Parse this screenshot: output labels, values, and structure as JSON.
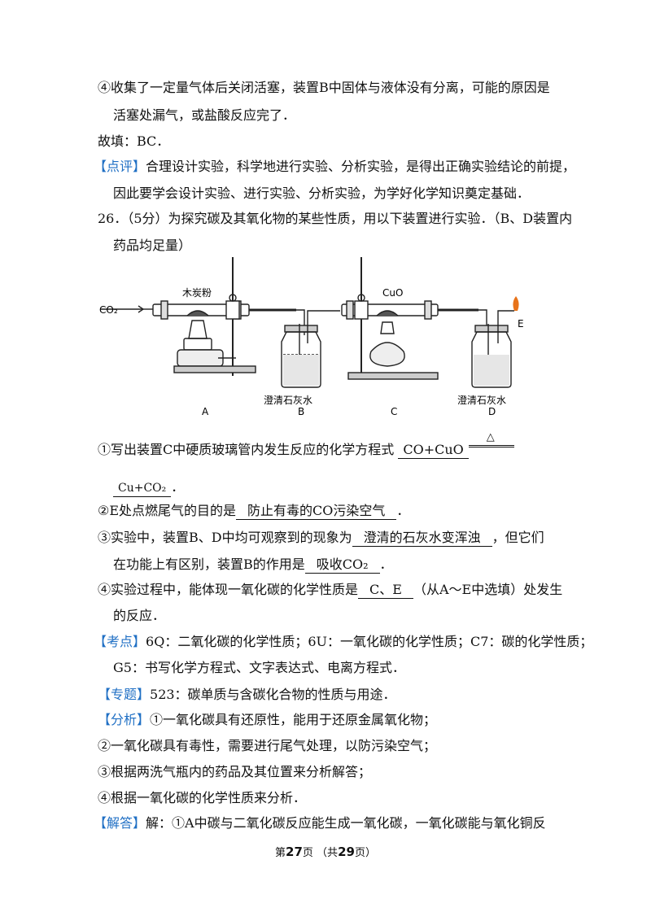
{
  "lines": {
    "l1": "④收集了一定量气体后关闭活塞，装置B中固体与液体没有分离，可能的原因是",
    "l2": "活塞处漏气，或盐酸反应完了．",
    "l3": "故填：BC．",
    "l4_tag": "【点评】",
    "l4": "合理设计实验，科学地进行实验、分析实验，是得出正确实验结论的前提，",
    "l5": "因此要学会设计实验、进行实验、分析实验，为学好化学知识奠定基础．",
    "l6": "26．（5分）为探究碳及其氧化物的某些性质，用以下装置进行实验．（B、D装置内",
    "l7": "药品均足量）"
  },
  "q1": {
    "prefix": "①写出装置C中硬质玻璃管内发生反应的化学方程式",
    "answer_left": "CO+CuO",
    "delta": "△",
    "answer_right": "Cu+CO₂",
    "end": "．"
  },
  "q2": {
    "prefix": "②E处点燃尾气的目的是",
    "answer": "防止有毒的CO污染空气",
    "end": "．"
  },
  "q3": {
    "prefix": "③实验中，装置B、D中均可观察到的现象为",
    "answer": "澄清的石灰水变浑浊",
    "suffix": "，但它们",
    "line2_prefix": "在功能上有区别，装置B的作用是",
    "answer2": "吸收CO₂",
    "end": "．"
  },
  "q4": {
    "prefix": "④实验过程中，能体现一氧化碳的化学性质是",
    "answer": "C、E",
    "suffix": "（从A～E中选填）处发生",
    "line2": "的反应．"
  },
  "kaodian": {
    "tag": "【考点】",
    "text": "6Q：二氧化碳的化学性质；6U：一氧化碳的化学性质；C7：碳的化学性质；",
    "line2": "G5：书写化学方程式、文字表达式、电离方程式．"
  },
  "zhuanti": {
    "tag": "【专题】",
    "text": "523：碳单质与含碳化合物的性质与用途．"
  },
  "fenxi": {
    "tag": "【分析】",
    "text": "①一氧化碳具有还原性，能用于还原金属氧化物；",
    "l2": "②一氧化碳具有毒性，需要进行尾气处理，以防污染空气；",
    "l3": "③根据两洗气瓶内的药品及其位置来分析解答；",
    "l4": "④根据一氧化碳的化学性质来分析．"
  },
  "jieda": {
    "tag": "【解答】",
    "text": "解：①A中碳与二氧化碳反应能生成一氧化碳，一氧化碳能与氧化铜反"
  },
  "diagram": {
    "co2_label": "CO₂",
    "charcoal_label": "木炭粉",
    "cuo_label": "CuO",
    "e_label": "E",
    "limewater_b": "澄清石灰水",
    "limewater_d": "澄清石灰水",
    "label_a": "A",
    "label_b": "B",
    "label_c": "C",
    "label_d": "D"
  },
  "footer": {
    "pre": "第",
    "page": "27",
    "mid": "页 （共",
    "total": "29",
    "post": "页）"
  },
  "colors": {
    "tag": "#1f6fc4",
    "flame": "#e8731a"
  }
}
